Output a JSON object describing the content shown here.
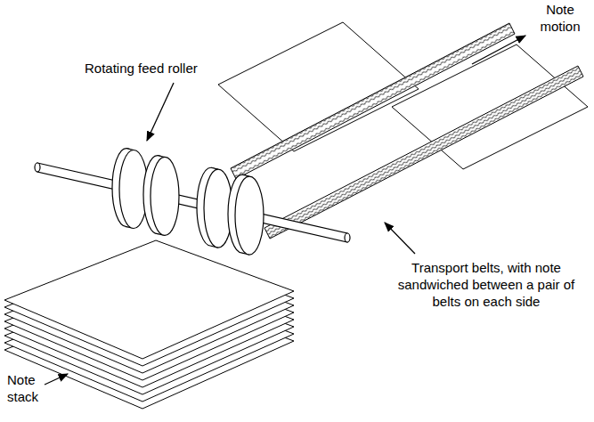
{
  "diagram": {
    "labels": [
      "Note motion",
      "Rotating feed roller",
      "Transport belts, with note sandwiched between a pair of belts on each side",
      "Note stack"
    ]
  }
}
